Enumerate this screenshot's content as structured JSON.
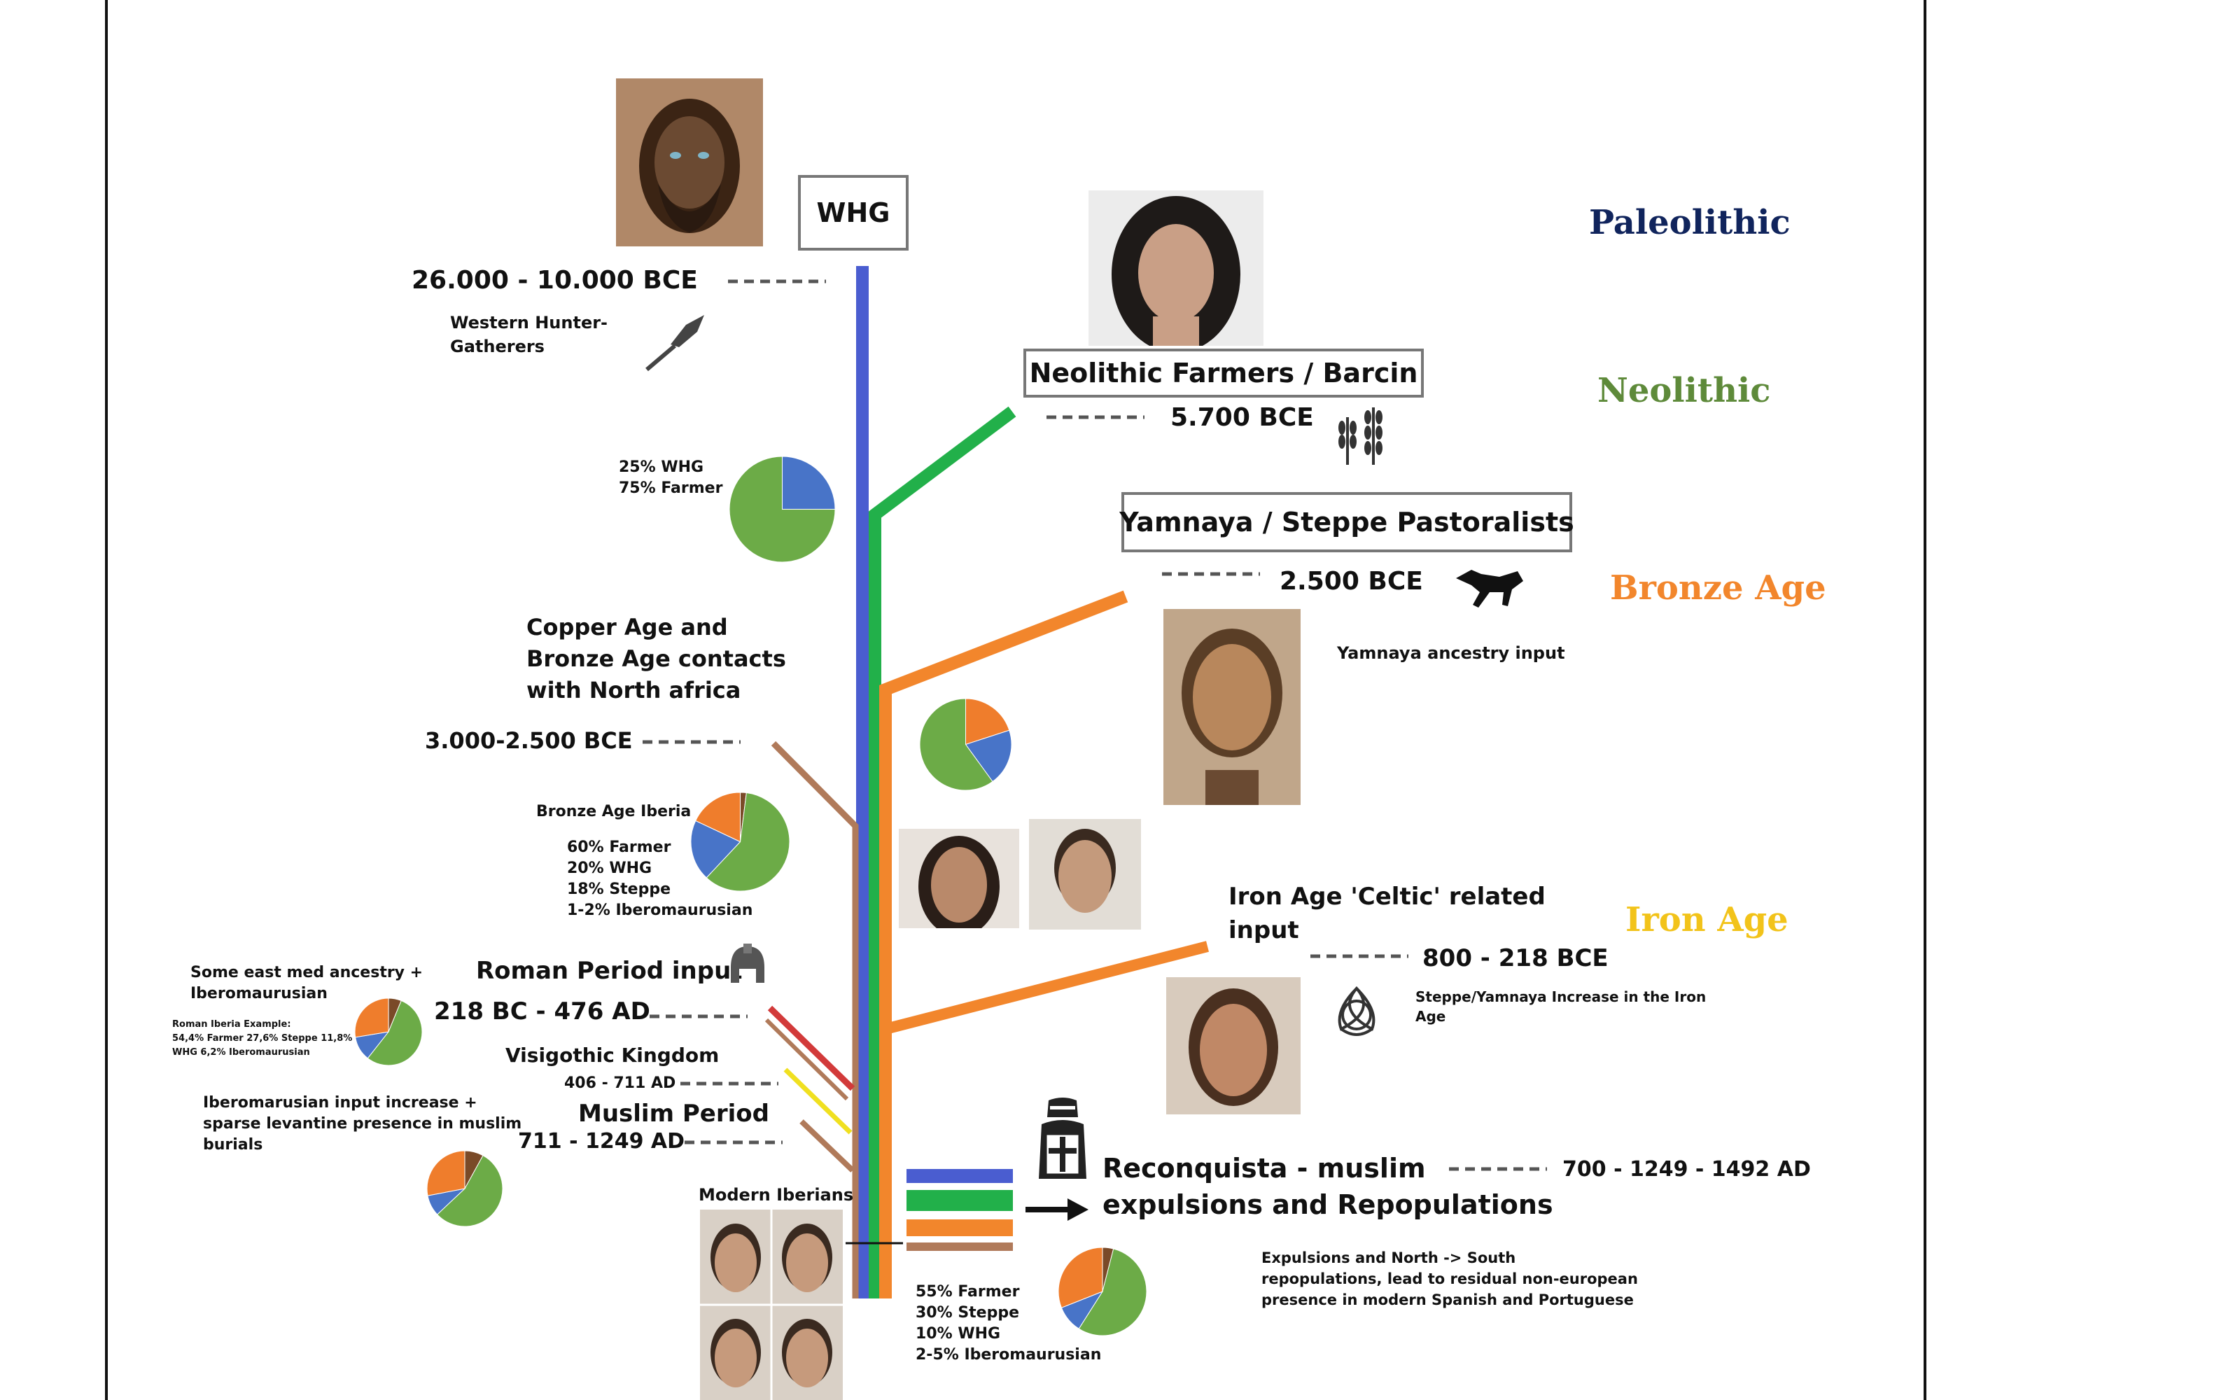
{
  "eras": {
    "paleolithic": {
      "label": "Paleolithic",
      "color": "#10245c"
    },
    "neolithic": {
      "label": "Neolithic",
      "color": "#5e8a3a"
    },
    "bronze": {
      "label": "Bronze Age",
      "color": "#f2862c"
    },
    "iron": {
      "label": "Iron Age",
      "color": "#f2c31a"
    }
  },
  "populations": {
    "whg": {
      "label": "WHG",
      "date": "26.000 - 10.000 BCE",
      "desc_line1": "Western Hunter-",
      "desc_line2": "Gatherers",
      "icon": "spearhead-icon"
    },
    "farmers": {
      "label": "Neolithic Farmers / Barcin",
      "date": "5.700 BCE",
      "icon": "wheat-icon"
    },
    "steppe": {
      "label": "Yamnaya / Steppe Pastoralists",
      "date": "2.500 BCE",
      "desc": "Yamnaya ancestry input",
      "icon": "horse-icon"
    },
    "copper": {
      "line1": "Copper Age and",
      "line2": "Bronze Age contacts",
      "line3": "with North africa",
      "date": "3.000-2.500 BCE"
    },
    "iron": {
      "line1": "Iron Age 'Celtic' related",
      "line2": "input",
      "date": "800 - 218 BCE",
      "desc_line1": "Steppe/Yamnaya Increase in the Iron",
      "desc_line2": "Age",
      "icon": "triquetra-icon"
    },
    "roman": {
      "label": "Roman Period input",
      "date": "218 BC - 476 AD",
      "icon": "roman-helmet-icon",
      "note_line1": "Some east med ancestry +",
      "note_line2": "Iberomaurusian",
      "example_line1": "Roman Iberia Example:",
      "example_line2": "54,4% Farmer 27,6% Steppe 11,8%",
      "example_line3": "WHG 6,2% Iberomaurusian"
    },
    "visigoth": {
      "label": "Visigothic Kingdom",
      "date": "406 - 711 AD"
    },
    "muslim": {
      "label": "Muslim Period",
      "date": "711 - 1249 AD",
      "note_line1": "Iberomarusian input increase +",
      "note_line2": "sparse levantine presence in muslim",
      "note_line3": "burials"
    },
    "reconquista": {
      "line1": "Reconquista - muslim",
      "line2": "expulsions and Repopulations",
      "date": "700 - 1249 - 1492 AD",
      "note_line1": "Expulsions and North -> South",
      "note_line2": "repopulations, lead to residual non-european",
      "note_line3": "presence in modern Spanish and Portuguese",
      "icon": "crusader-knight-icon"
    },
    "modern": {
      "label": "Modern Iberians"
    }
  },
  "compositions": {
    "neolithic_mix": {
      "line1": "25% WHG",
      "line2": "75% Farmer"
    },
    "bronze_iberia": {
      "title": "Bronze Age Iberia",
      "line1": "60% Farmer",
      "line2": "20% WHG",
      "line3": "18% Steppe",
      "line4": "1-2% Iberomaurusian"
    },
    "modern_mix": {
      "line1": "55% Farmer",
      "line2": "30% Steppe",
      "line3": "10% WHG",
      "line4": "2-5% Iberomaurusian"
    }
  },
  "colors": {
    "whg": "#4a5dd0",
    "farmer": "#22b04a",
    "steppe": "#f2862c",
    "north_africa": "#b07a5a",
    "roman": "#d23a3a",
    "visigoth": "#f0e020",
    "pie_farmer": "#6cab47",
    "pie_whg": "#4874c8",
    "pie_steppe": "#ef7d2c",
    "pie_iberomaurusian": "#7a4a28"
  },
  "pies": {
    "neolithic": [
      {
        "name": "WHG",
        "value": 25
      },
      {
        "name": "Farmer",
        "value": 75
      }
    ],
    "early_bronze": [
      {
        "name": "Steppe",
        "value": 20
      },
      {
        "name": "WHG",
        "value": 20
      },
      {
        "name": "Farmer",
        "value": 60
      }
    ],
    "bronze_iberia": [
      {
        "name": "Iberomaurusian",
        "value": 2
      },
      {
        "name": "Farmer",
        "value": 60
      },
      {
        "name": "WHG",
        "value": 20
      },
      {
        "name": "Steppe",
        "value": 18
      }
    ],
    "roman": [
      {
        "name": "Iberomaurusian",
        "value": 6.2
      },
      {
        "name": "Farmer",
        "value": 54.4
      },
      {
        "name": "WHG",
        "value": 11.8
      },
      {
        "name": "Steppe",
        "value": 27.6
      }
    ],
    "muslim": [
      {
        "name": "Iberomaurusian",
        "value": 8
      },
      {
        "name": "Farmer",
        "value": 55
      },
      {
        "name": "WHG",
        "value": 9
      },
      {
        "name": "Steppe",
        "value": 28
      }
    ],
    "modern": [
      {
        "name": "Iberomaurusian",
        "value": 4
      },
      {
        "name": "Farmer",
        "value": 55
      },
      {
        "name": "WHG",
        "value": 10
      },
      {
        "name": "Steppe",
        "value": 31
      }
    ]
  }
}
